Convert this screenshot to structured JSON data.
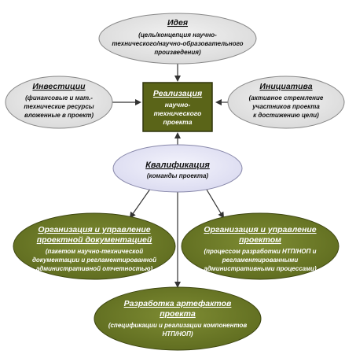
{
  "colors": {
    "grey_fill": "#d9d9d9",
    "grey_fill_center": "#f2f2f2",
    "lavender_fill": "#dadaf0",
    "lavender_fill_center": "#f4f4fc",
    "olive_fill": "#5e6b1f",
    "olive_fill_center": "#7e8c33",
    "box_fill": "#5a6418",
    "box_text": "#ffffff",
    "grey_text": "#111111",
    "olive_text": "#ffffff",
    "arrow": "#333333"
  },
  "nodes": {
    "idea": {
      "title": "Идея",
      "lines": [
        "(цель/концепция научно-",
        "технического/научно-образовательного",
        "произведения)"
      ]
    },
    "investments": {
      "title": "Инвестиции",
      "lines": [
        "(финансовые и мат.-",
        "технические ресурсы",
        "вложенные  в проект)"
      ]
    },
    "realization": {
      "title": "Реализация",
      "lines": [
        "научно-",
        "технического",
        "проекта"
      ]
    },
    "initiative": {
      "title": "Инициатива",
      "lines": [
        "(активное стремление",
        "участников проекта",
        "к достижению цели)"
      ]
    },
    "qualification": {
      "title": "Квалификация",
      "lines": [
        "(команды проекта)"
      ]
    },
    "documentation": {
      "title_lines": [
        "Организация и управление",
        "проектной документацией"
      ],
      "lines": [
        "(пакетом научно-технической",
        "документации и регламентированной",
        "административной отчетностью)"
      ]
    },
    "project_mgmt": {
      "title_lines": [
        "Организация и управление",
        "проектом"
      ],
      "lines": [
        "(процессом разработки НТП/НОП и",
        "регламентированными",
        "административными процессами)"
      ]
    },
    "artifacts": {
      "title_lines": [
        "Разработка артефактов",
        "проекта"
      ],
      "lines": [
        "(спецификации и реализации компонентов",
        "НТП/НОП)"
      ]
    }
  }
}
